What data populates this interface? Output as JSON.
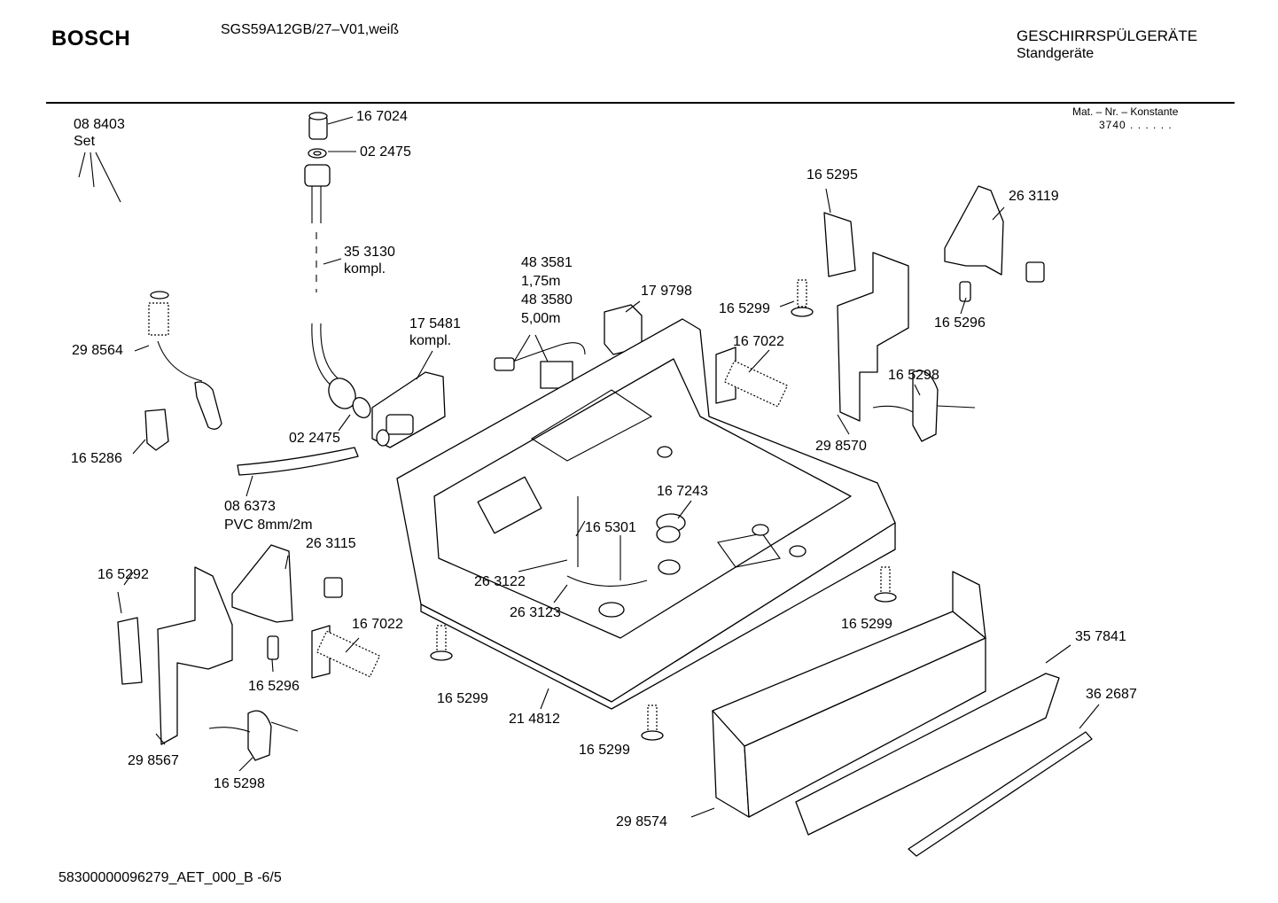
{
  "header": {
    "brand": "BOSCH",
    "model": "SGS59A12GB/27–V01,weiß",
    "category": "GESCHIRRSPÜLGERÄTE",
    "subcategory": "Standgeräte",
    "constant_label": "Mat. – Nr. – Konstante",
    "constant_value": "3740 . . . . . ."
  },
  "footer": {
    "code": "58300000096279_AET_000_B  -6/5"
  },
  "labels": [
    {
      "id": "p088403",
      "lines": [
        "08 8403",
        "Set"
      ]
    },
    {
      "id": "p167024",
      "lines": [
        "16 7024"
      ]
    },
    {
      "id": "p022475a",
      "lines": [
        "02 2475"
      ]
    },
    {
      "id": "p353130",
      "lines": [
        "35 3130",
        "kompl."
      ]
    },
    {
      "id": "p298564",
      "lines": [
        "29 8564"
      ]
    },
    {
      "id": "p175481",
      "lines": [
        "17 5481",
        "kompl."
      ]
    },
    {
      "id": "p483581",
      "lines": [
        "48 3581",
        "1,75m",
        "48 3580",
        "5,00m"
      ]
    },
    {
      "id": "p179798",
      "lines": [
        "17 9798"
      ]
    },
    {
      "id": "p165295",
      "lines": [
        "16 5295"
      ]
    },
    {
      "id": "p263119",
      "lines": [
        "26 3119"
      ]
    },
    {
      "id": "p165299a",
      "lines": [
        "16 5299"
      ]
    },
    {
      "id": "p167022a",
      "lines": [
        "16 7022"
      ]
    },
    {
      "id": "p165296a",
      "lines": [
        "16 5296"
      ]
    },
    {
      "id": "p165298a",
      "lines": [
        "16 5298"
      ]
    },
    {
      "id": "p298570",
      "lines": [
        "29 8570"
      ]
    },
    {
      "id": "p165286",
      "lines": [
        "16 5286"
      ]
    },
    {
      "id": "p022475b",
      "lines": [
        "02 2475"
      ]
    },
    {
      "id": "p086373",
      "lines": [
        "08 6373",
        "PVC 8mm/2m"
      ]
    },
    {
      "id": "p263115",
      "lines": [
        "26 3115"
      ]
    },
    {
      "id": "p165292",
      "lines": [
        "16 5292"
      ]
    },
    {
      "id": "p167243",
      "lines": [
        "16 7243"
      ]
    },
    {
      "id": "p165301",
      "lines": [
        "16 5301"
      ]
    },
    {
      "id": "p263122",
      "lines": [
        "26 3122"
      ]
    },
    {
      "id": "p263123",
      "lines": [
        "26 3123"
      ]
    },
    {
      "id": "p167022b",
      "lines": [
        "16 7022"
      ]
    },
    {
      "id": "p165296b",
      "lines": [
        "16 5296"
      ]
    },
    {
      "id": "p165299b",
      "lines": [
        "16 5299"
      ]
    },
    {
      "id": "p165299c",
      "lines": [
        "16 5299"
      ]
    },
    {
      "id": "p214812",
      "lines": [
        "21 4812"
      ]
    },
    {
      "id": "p165299d",
      "lines": [
        "16 5299"
      ]
    },
    {
      "id": "p298567",
      "lines": [
        "29 8567"
      ]
    },
    {
      "id": "p165298b",
      "lines": [
        "16 5298"
      ]
    },
    {
      "id": "p357841",
      "lines": [
        "35 7841"
      ]
    },
    {
      "id": "p362687",
      "lines": [
        "36 2687"
      ]
    },
    {
      "id": "p298574",
      "lines": [
        "29 8574"
      ]
    }
  ]
}
